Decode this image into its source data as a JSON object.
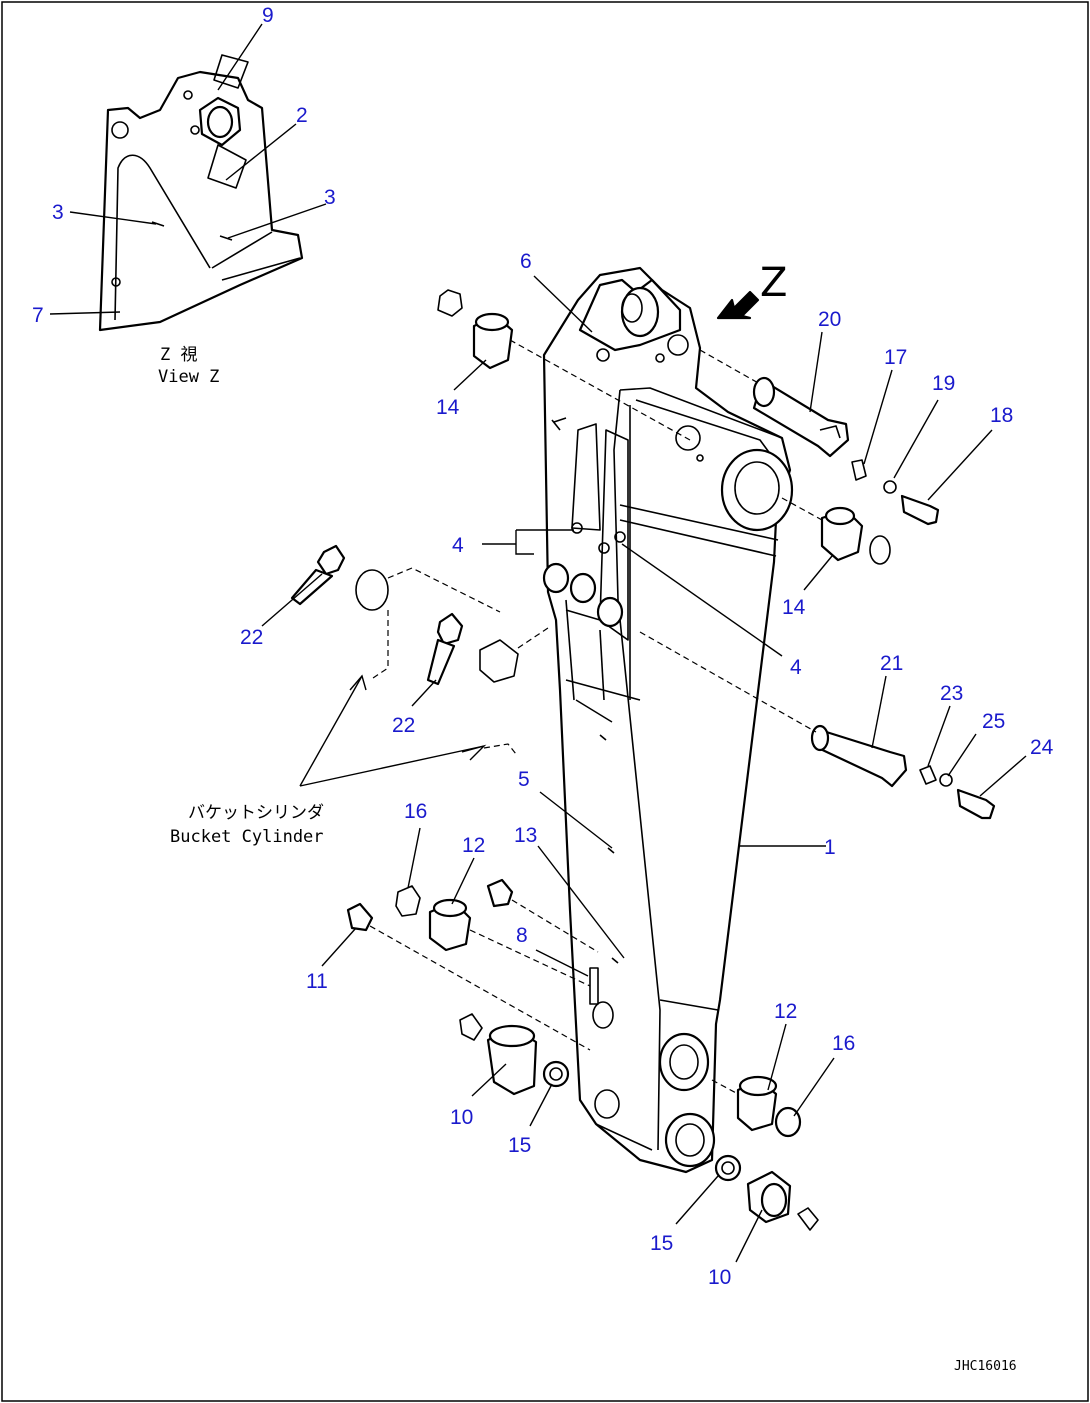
{
  "figure": {
    "drawing_code": "JHC16016",
    "view_direction_letter": "Z",
    "view_caption_jp": "Z 視",
    "view_caption_en": "View Z",
    "bucket_cylinder_jp": "バケットシリンダ",
    "bucket_cylinder_en": "Bucket Cylinder"
  },
  "callouts": {
    "c1": "1",
    "c2": "2",
    "c3a": "3",
    "c3b": "3",
    "c4a": "4",
    "c4b": "4",
    "c5": "5",
    "c6": "6",
    "c7": "7",
    "c8": "8",
    "c9": "9",
    "c10a": "10",
    "c10b": "10",
    "c11": "11",
    "c12a": "12",
    "c12b": "12",
    "c13": "13",
    "c14a": "14",
    "c14b": "14",
    "c15a": "15",
    "c15b": "15",
    "c16a": "16",
    "c16b": "16",
    "c17": "17",
    "c18": "18",
    "c19": "19",
    "c20": "20",
    "c21": "21",
    "c22a": "22",
    "c22b": "22",
    "c23": "23",
    "c24": "24",
    "c25": "25"
  },
  "colors": {
    "callout": "#1a1acc",
    "line": "#000000",
    "background": "#ffffff"
  }
}
